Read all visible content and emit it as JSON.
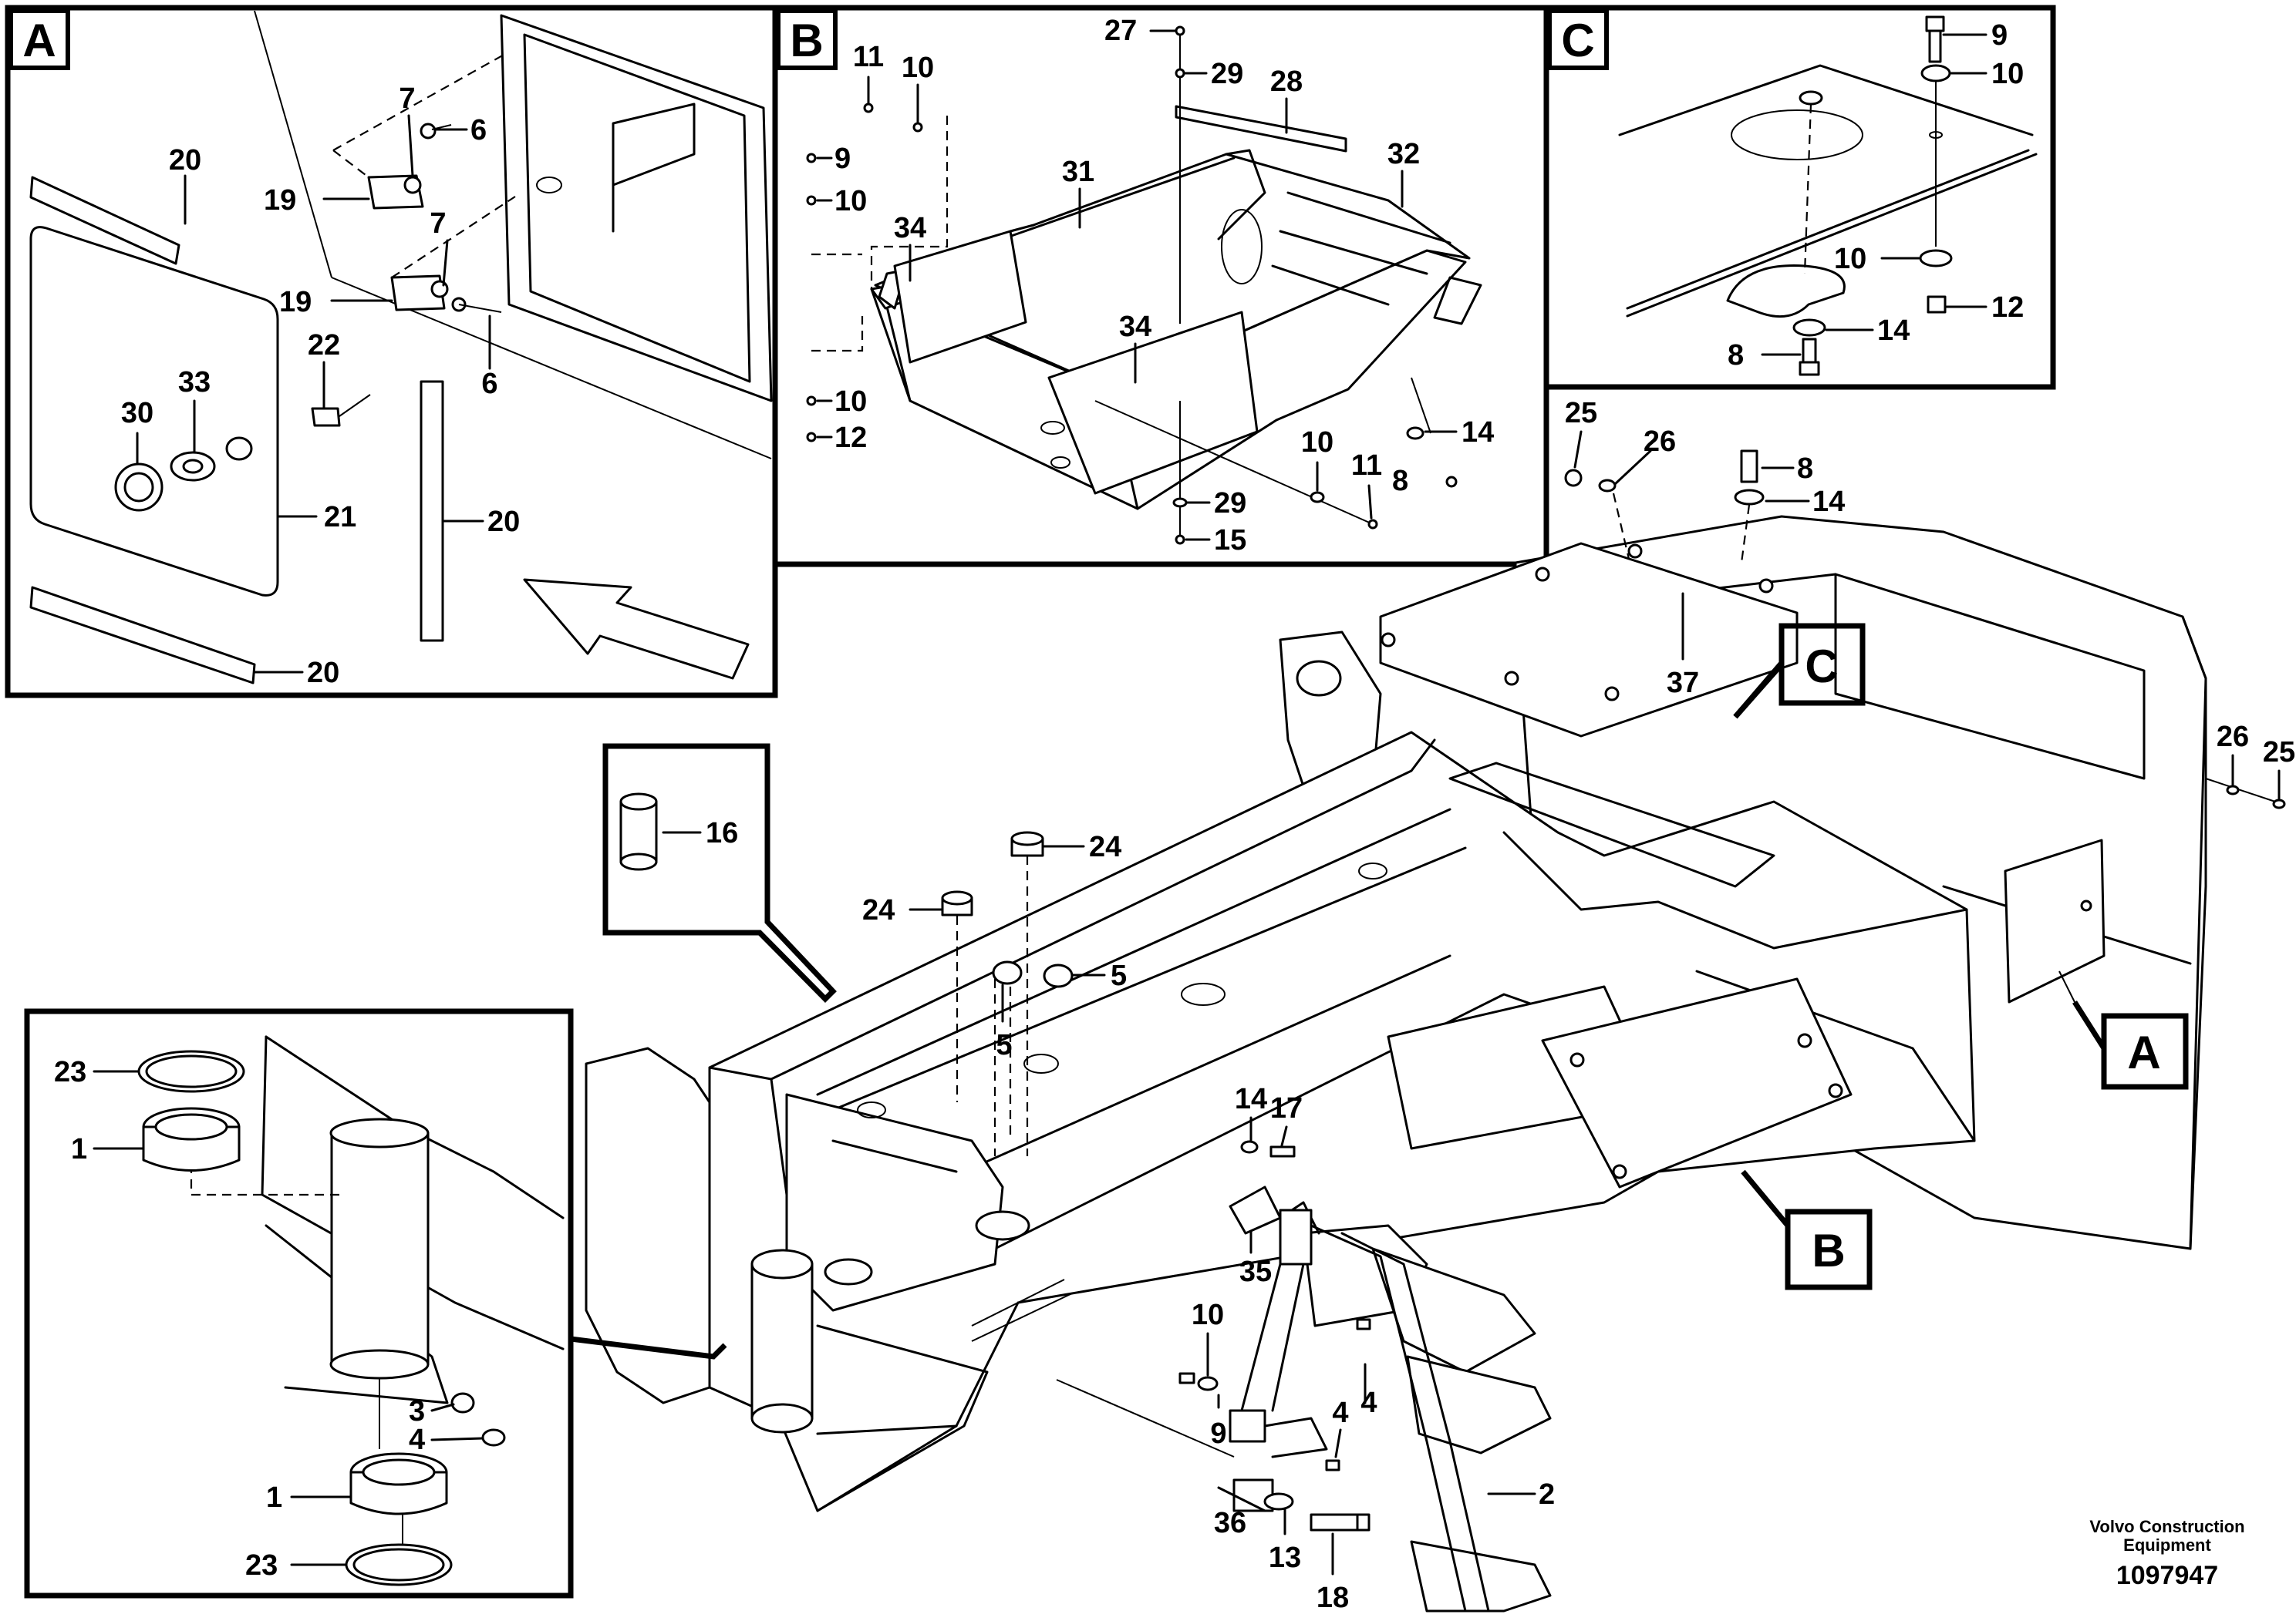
{
  "panels": {
    "A": "A",
    "B": "B",
    "C": "C"
  },
  "tags": {
    "A": "A",
    "B": "B",
    "C": "C"
  },
  "callouts": {
    "A_20_top": "20",
    "A_7_top": "7",
    "A_6_top": "6",
    "A_19_top": "19",
    "A_7_bottom": "7",
    "A_19_bottom": "19",
    "A_6_bottom": "6",
    "A_22": "22",
    "A_30": "30",
    "A_33": "33",
    "A_21": "21",
    "A_20_mid": "20",
    "A_20_bottom": "20",
    "B_11_top": "11",
    "B_10_top": "10",
    "B_27": "27",
    "B_29_top": "29",
    "B_28": "28",
    "B_9": "9",
    "B_10_left": "10",
    "B_31": "31",
    "B_32": "32",
    "B_34_top": "34",
    "B_34_mid": "34",
    "B_10_lower": "10",
    "B_12": "12",
    "B_14": "14",
    "B_10_right": "10",
    "B_11_right": "11",
    "B_8": "8",
    "B_29_bottom": "29",
    "B_15": "15",
    "C_9": "9",
    "C_10_top": "10",
    "C_10_mid": "10",
    "C_12": "12",
    "C_14": "14",
    "C_8": "8",
    "M_25_left": "25",
    "M_26_left": "26",
    "M_8": "8",
    "M_14_top": "14",
    "M_37": "37",
    "M_26_right": "26",
    "M_25_right": "25",
    "M_16": "16",
    "M_24_right": "24",
    "M_24_left": "24",
    "M_5_right": "5",
    "M_5_left": "5",
    "M_23_top": "23",
    "M_1_top": "1",
    "M_3": "3",
    "M_4_left": "4",
    "M_1_bottom": "1",
    "M_23_bottom": "23",
    "M_14_mid": "14",
    "M_17": "17",
    "M_35": "35",
    "M_10": "10",
    "M_9": "9",
    "M_4_a": "4",
    "M_4_b": "4",
    "M_2": "2",
    "M_36": "36",
    "M_13": "13",
    "M_18": "18"
  },
  "footer": {
    "company_line1": "Volvo Construction",
    "company_line2": "Equipment",
    "document_number": "1097947"
  }
}
